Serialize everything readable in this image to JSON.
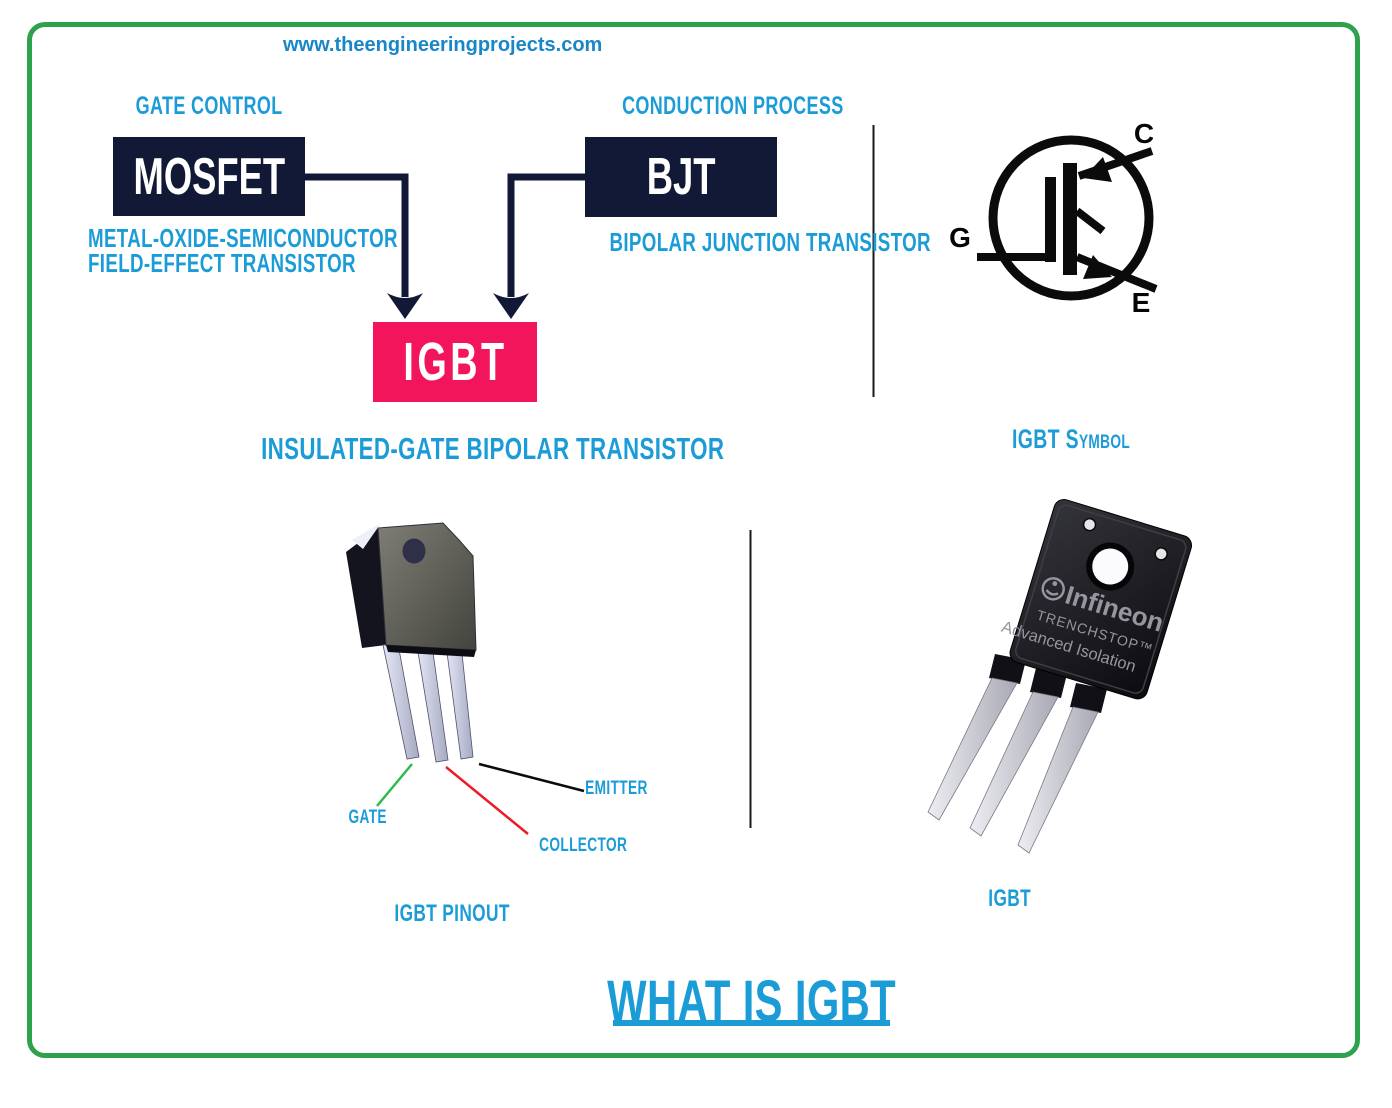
{
  "colors": {
    "accent_blue": "#1B9CD7",
    "url_blue": "#1787C8",
    "navy": "#111936",
    "pink": "#F3155C",
    "frame_green": "#2EA14D",
    "gate_green": "#2EBB4E",
    "collector_red": "#EE1C25",
    "ink_black": "#0B0B0B",
    "divider_gray": "#181818",
    "metal_text_gray": "#96969E"
  },
  "header": {
    "site_url": "www.theengineeringprojects.com"
  },
  "flow": {
    "left_caption": "GATE CONTROL",
    "left_box_label": "MOSFET",
    "left_sub_line1": "METAL-OXIDE-SEMICONDUCTOR",
    "left_sub_line2": "FIELD-EFFECT TRANSISTOR",
    "right_caption": "CONDUCTION PROCESS",
    "right_box_label": "BJT",
    "right_sub": "BIPOLAR JUNCTION TRANSISTOR",
    "result_box_label": "IGBT",
    "result_caption": "INSULATED-GATE BIPOLAR TRANSISTOR"
  },
  "symbol_panel": {
    "caption": "IGBT Symbol",
    "terminal_c": "C",
    "terminal_g": "G",
    "terminal_e": "E"
  },
  "pinout_panel": {
    "caption": "IGBT PINOUT",
    "pin_gate": "GATE",
    "pin_collector": "COLLECTOR",
    "pin_emitter": "EMITTER"
  },
  "device_panel": {
    "caption": "IGBT",
    "brand": "Infineon",
    "marking_line1": "TRENCHSTOP™",
    "marking_line2": "Advanced Isolation"
  },
  "footer": {
    "title": "WHAT IS IGBT"
  }
}
